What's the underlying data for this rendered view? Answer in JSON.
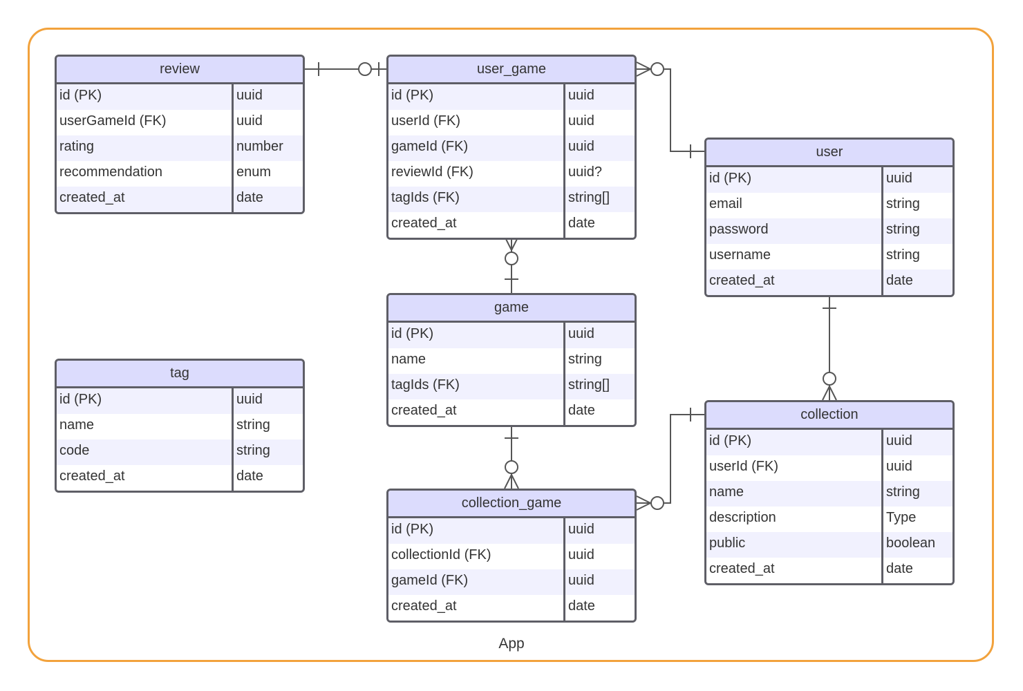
{
  "diagram": {
    "frame_label": "App",
    "colors": {
      "frame": "#F2A23C",
      "header": "#DCDCFD",
      "stripe": "#F1F1FE",
      "border": "#5E5E66",
      "line": "#555555"
    },
    "entities": [
      {
        "id": "review",
        "title": "review",
        "fields": [
          {
            "name": "id (PK)",
            "type": "uuid"
          },
          {
            "name": "userGameId (FK)",
            "type": "uuid"
          },
          {
            "name": "rating",
            "type": "number"
          },
          {
            "name": "recommendation",
            "type": "enum"
          },
          {
            "name": "created_at",
            "type": "date"
          }
        ]
      },
      {
        "id": "user_game",
        "title": "user_game",
        "fields": [
          {
            "name": "id (PK)",
            "type": "uuid"
          },
          {
            "name": "userId (FK)",
            "type": "uuid"
          },
          {
            "name": "gameId (FK)",
            "type": "uuid"
          },
          {
            "name": "reviewId (FK)",
            "type": "uuid?"
          },
          {
            "name": "tagIds (FK)",
            "type": "string[]"
          },
          {
            "name": "created_at",
            "type": "date"
          }
        ]
      },
      {
        "id": "user",
        "title": "user",
        "fields": [
          {
            "name": "id (PK)",
            "type": "uuid"
          },
          {
            "name": "email",
            "type": "string"
          },
          {
            "name": "password",
            "type": "string"
          },
          {
            "name": "username",
            "type": "string"
          },
          {
            "name": "created_at",
            "type": "date"
          }
        ]
      },
      {
        "id": "game",
        "title": "game",
        "fields": [
          {
            "name": "id (PK)",
            "type": "uuid"
          },
          {
            "name": "name",
            "type": "string"
          },
          {
            "name": "tagIds (FK)",
            "type": "string[]"
          },
          {
            "name": "created_at",
            "type": "date"
          }
        ]
      },
      {
        "id": "tag",
        "title": "tag",
        "fields": [
          {
            "name": "id (PK)",
            "type": "uuid"
          },
          {
            "name": "name",
            "type": "string"
          },
          {
            "name": "code",
            "type": "string"
          },
          {
            "name": "created_at",
            "type": "date"
          }
        ]
      },
      {
        "id": "collection_game",
        "title": "collection_game",
        "fields": [
          {
            "name": "id (PK)",
            "type": "uuid"
          },
          {
            "name": "collectionId (FK)",
            "type": "uuid"
          },
          {
            "name": "gameId (FK)",
            "type": "uuid"
          },
          {
            "name": "created_at",
            "type": "date"
          }
        ]
      },
      {
        "id": "collection",
        "title": "collection",
        "fields": [
          {
            "name": "id (PK)",
            "type": "uuid"
          },
          {
            "name": "userId (FK)",
            "type": "uuid"
          },
          {
            "name": "name",
            "type": "string"
          },
          {
            "name": "description",
            "type": "Type"
          },
          {
            "name": "public",
            "type": "boolean"
          },
          {
            "name": "created_at",
            "type": "date"
          }
        ]
      }
    ],
    "relationships": [
      {
        "from": "review",
        "from_end": "one",
        "to": "user_game",
        "to_end": "zero-or-one"
      },
      {
        "from": "user_game",
        "from_end": "zero-or-many",
        "to": "user",
        "to_end": "one"
      },
      {
        "from": "user_game",
        "from_end": "zero-or-many",
        "to": "game",
        "to_end": "one"
      },
      {
        "from": "game",
        "from_end": "one",
        "to": "collection_game",
        "to_end": "zero-or-many"
      },
      {
        "from": "collection_game",
        "from_end": "zero-or-many",
        "to": "collection",
        "to_end": "one"
      },
      {
        "from": "user",
        "from_end": "one",
        "to": "collection",
        "to_end": "zero-or-many"
      }
    ]
  }
}
